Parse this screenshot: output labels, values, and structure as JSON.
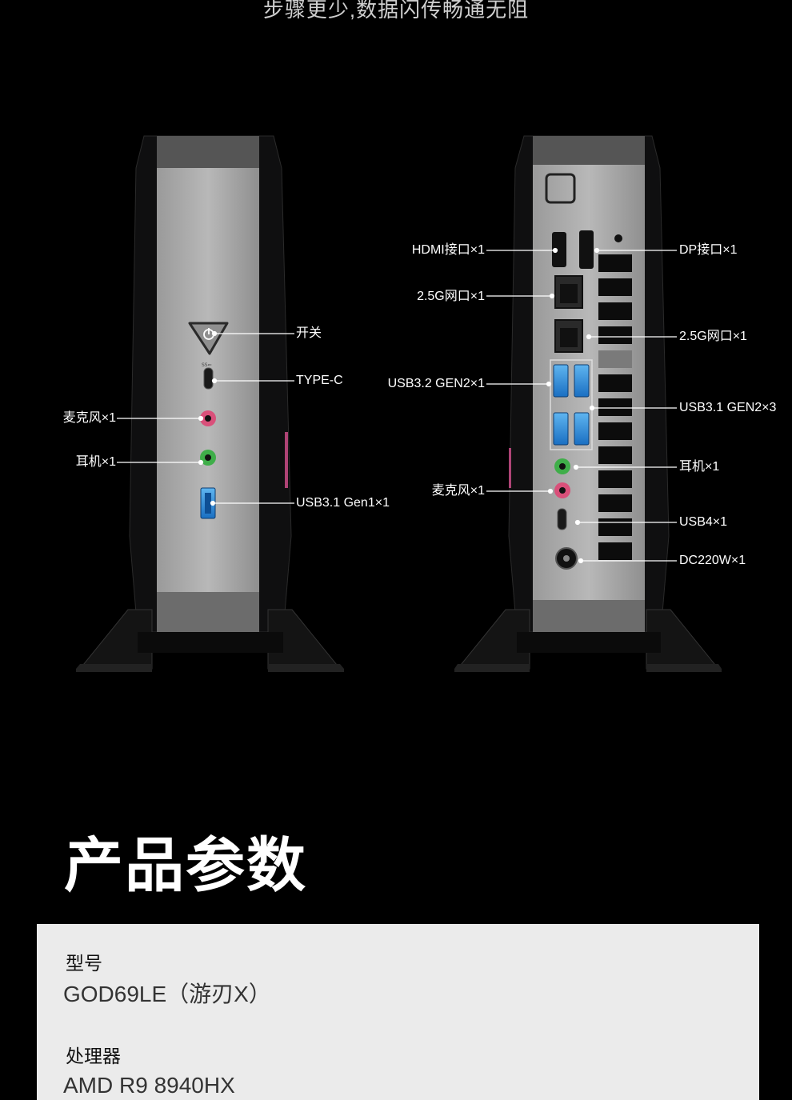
{
  "header": {
    "subtitle": "步骤更少,数据闪传畅通无阻"
  },
  "front_panel": {
    "labels": {
      "power": "开关",
      "type_c": "TYPE-C",
      "mic": "麦克风×1",
      "headphone": "耳机×1",
      "usb": "USB3.1 Gen1×1"
    }
  },
  "rear_panel": {
    "labels": {
      "hdmi": "HDMI接口×1",
      "lan_left": "2.5G网口×1",
      "usb32": "USB3.2 GEN2×1",
      "mic": "麦克风×1",
      "dp": "DP接口×1",
      "lan_right": "2.5G网口×1",
      "usb31": "USB3.1 GEN2×3",
      "headphone": "耳机×1",
      "usb4": "USB4×1",
      "dc": "DC220W×1"
    }
  },
  "specs": {
    "title": "产品参数",
    "items": [
      {
        "label": "型号",
        "value": "GOD69LE（游刃X）"
      },
      {
        "label": "处理器",
        "value": "AMD R9 8940HX"
      }
    ]
  },
  "colors": {
    "background": "#000000",
    "card": "#ebebeb",
    "usb_blue": "#2a8fe0",
    "mic_pink": "#d9507a",
    "audio_green": "#3fae49"
  }
}
